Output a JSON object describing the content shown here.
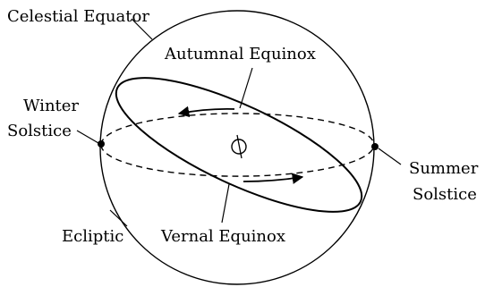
{
  "labels": {
    "celestial_equator": "Celestial Equator",
    "autumnal_equinox": "Autumnal Equinox",
    "winter_solstice_line1": "Winter",
    "winter_solstice_line2": "Solstice",
    "summer_solstice_line1": "Summer",
    "summer_solstice_line2": "Solstice",
    "ecliptic": "Ecliptic",
    "vernal_equinox": "Vernal Equinox"
  },
  "colors": {
    "ink": "#000000",
    "background": "#ffffff"
  },
  "icons": {
    "earth": "earth-icon"
  }
}
